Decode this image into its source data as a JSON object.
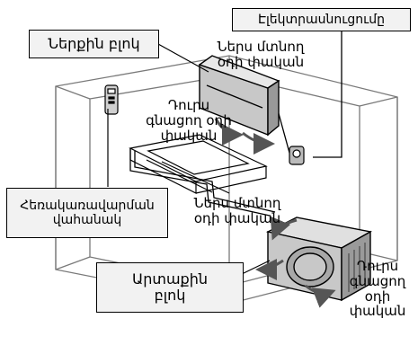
{
  "labels": {
    "power_cable": "Էլեկտրասնուցումը",
    "indoor_unit": "Ներքին բլոկ",
    "indoor_intake": [
      "Ներս մտնող",
      "օդի փական"
    ],
    "indoor_outlet": [
      "Դուրս",
      "գնացող օդի",
      "փական"
    ],
    "remote": [
      "Հեռակառավարման",
      "վահանակ"
    ],
    "outdoor_intake": [
      "Ներս մտնող",
      "օդի փական"
    ],
    "outdoor_unit": [
      "Արտաքին",
      "բլոկ"
    ],
    "outdoor_outlet": [
      "Դուրս",
      "գնացող",
      "օդի",
      "փական"
    ]
  },
  "colors": {
    "callout_fill": "#f2f2f2",
    "unit_gray": "#c8c8c8",
    "line": "#000000",
    "room_line": "#7a7a7a"
  },
  "icons": [
    "remote-control-icon",
    "power-outlet-icon",
    "airflow-arrow-icon"
  ]
}
